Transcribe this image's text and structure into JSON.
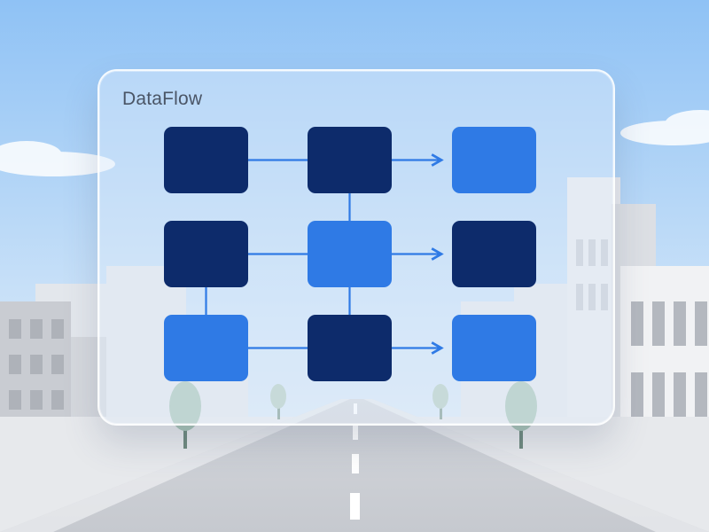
{
  "app": {
    "title": "DataFlow"
  },
  "colors": {
    "node_dark": "#0d2b6b",
    "node_light": "#2f7ae5",
    "connector": "#2f7ae5"
  },
  "diagram": {
    "nodes": [
      {
        "id": "r1c1",
        "row": 1,
        "col": 1,
        "style": "dark"
      },
      {
        "id": "r1c2",
        "row": 1,
        "col": 2,
        "style": "dark"
      },
      {
        "id": "r1c3",
        "row": 1,
        "col": 3,
        "style": "light"
      },
      {
        "id": "r2c1",
        "row": 2,
        "col": 1,
        "style": "dark"
      },
      {
        "id": "r2c2",
        "row": 2,
        "col": 2,
        "style": "light"
      },
      {
        "id": "r2c3",
        "row": 2,
        "col": 3,
        "style": "dark"
      },
      {
        "id": "r3c1",
        "row": 3,
        "col": 1,
        "style": "light"
      },
      {
        "id": "r3c2",
        "row": 3,
        "col": 2,
        "style": "dark"
      },
      {
        "id": "r3c3",
        "row": 3,
        "col": 3,
        "style": "light"
      }
    ],
    "edges": [
      {
        "from": "r1c1",
        "to": "r1c2",
        "arrow": false
      },
      {
        "from": "r1c2",
        "to": "r1c3",
        "arrow": true
      },
      {
        "from": "r2c1",
        "to": "r2c2",
        "arrow": false
      },
      {
        "from": "r2c2",
        "to": "r2c3",
        "arrow": true
      },
      {
        "from": "r3c1",
        "to": "r3c2",
        "arrow": false
      },
      {
        "from": "r3c2",
        "to": "r3c3",
        "arrow": true
      },
      {
        "from": "r1c2",
        "to": "r2c2",
        "arrow": false
      },
      {
        "from": "r2c2",
        "to": "r3c2",
        "arrow": false
      },
      {
        "from": "r2c1",
        "to": "r3c1",
        "arrow": false
      }
    ]
  }
}
